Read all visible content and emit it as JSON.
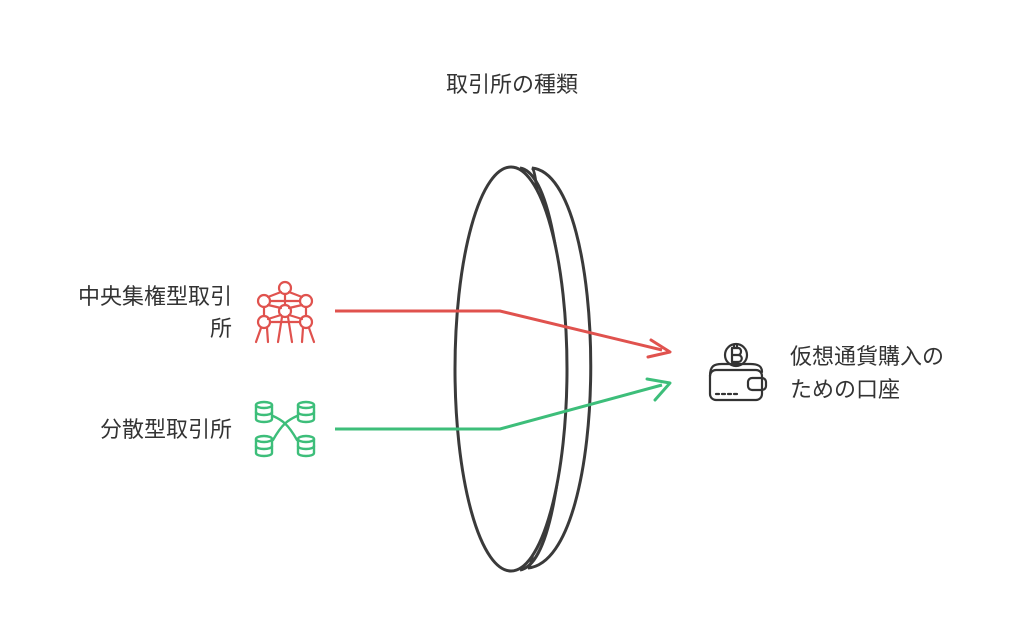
{
  "title": "取引所の種類",
  "inputs": [
    {
      "label_line1": "中央集権型取引",
      "label_line2": "所",
      "icon": "atomium-icon",
      "color": "#E0524E"
    },
    {
      "label": "分散型取引所",
      "icon": "decentralized-network-icon",
      "color": "#3DBE7A"
    }
  ],
  "output": {
    "label_line1": "仮想通貨購入の",
    "label_line2": "ための口座",
    "icon": "bitcoin-wallet-icon"
  },
  "lens": {
    "icon": "lens-shape"
  }
}
